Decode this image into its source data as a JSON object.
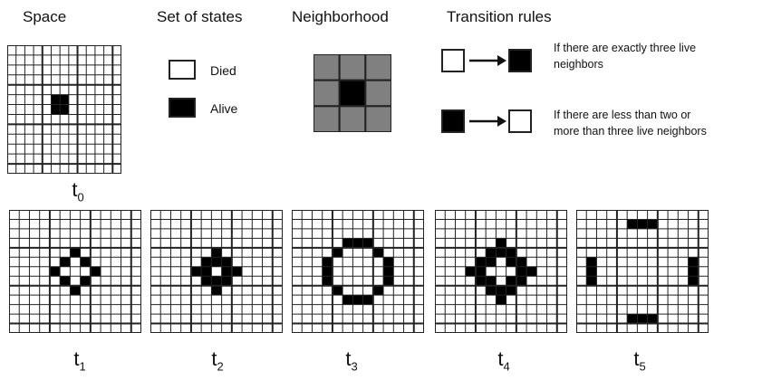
{
  "headers": {
    "space": "Space",
    "states": "Set of states",
    "neighborhood": "Neighborhood",
    "rules": "Transition rules"
  },
  "states": {
    "died": "Died",
    "alive": "Alive"
  },
  "rules": {
    "birth": [
      "If there are exactly three live",
      "neighbors"
    ],
    "death": [
      "If there are less than two or",
      "more than three live neighbors"
    ]
  },
  "colors": {
    "alive": "#000000",
    "died": "#ffffff",
    "neighbor_cell": "#808080",
    "grid_line": "#222222"
  },
  "time_labels": [
    {
      "base": "t",
      "sub": "0"
    },
    {
      "base": "t",
      "sub": "1"
    },
    {
      "base": "t",
      "sub": "2"
    },
    {
      "base": "t",
      "sub": "3"
    },
    {
      "base": "t",
      "sub": "4"
    },
    {
      "base": "t",
      "sub": "5"
    }
  ],
  "patterns": [
    {
      "name": "t0",
      "cells": [
        [
          5,
          5
        ],
        [
          5,
          6
        ],
        [
          6,
          5
        ],
        [
          6,
          6
        ]
      ]
    },
    {
      "name": "t1",
      "cells": [
        [
          4,
          6
        ],
        [
          5,
          5
        ],
        [
          5,
          7
        ],
        [
          6,
          4
        ],
        [
          6,
          8
        ],
        [
          7,
          5
        ],
        [
          7,
          7
        ],
        [
          8,
          6
        ]
      ]
    },
    {
      "name": "t2",
      "cells": [
        [
          4,
          6
        ],
        [
          5,
          5
        ],
        [
          5,
          6
        ],
        [
          5,
          7
        ],
        [
          6,
          4
        ],
        [
          6,
          5
        ],
        [
          6,
          7
        ],
        [
          6,
          8
        ],
        [
          7,
          5
        ],
        [
          7,
          6
        ],
        [
          7,
          7
        ],
        [
          8,
          6
        ]
      ]
    },
    {
      "name": "t3",
      "cells": [
        [
          3,
          5
        ],
        [
          3,
          6
        ],
        [
          3,
          7
        ],
        [
          4,
          4
        ],
        [
          4,
          8
        ],
        [
          5,
          3
        ],
        [
          5,
          9
        ],
        [
          6,
          3
        ],
        [
          6,
          9
        ],
        [
          7,
          3
        ],
        [
          7,
          9
        ],
        [
          8,
          4
        ],
        [
          8,
          8
        ],
        [
          9,
          5
        ],
        [
          9,
          6
        ],
        [
          9,
          7
        ]
      ]
    },
    {
      "name": "t4",
      "cells": [
        [
          3,
          6
        ],
        [
          4,
          5
        ],
        [
          4,
          6
        ],
        [
          4,
          7
        ],
        [
          5,
          4
        ],
        [
          5,
          5
        ],
        [
          5,
          7
        ],
        [
          5,
          8
        ],
        [
          6,
          3
        ],
        [
          6,
          4
        ],
        [
          6,
          8
        ],
        [
          6,
          9
        ],
        [
          7,
          4
        ],
        [
          7,
          5
        ],
        [
          7,
          7
        ],
        [
          7,
          8
        ],
        [
          8,
          5
        ],
        [
          8,
          6
        ],
        [
          8,
          7
        ],
        [
          9,
          6
        ]
      ]
    },
    {
      "name": "t5",
      "cells": [
        [
          1,
          5
        ],
        [
          1,
          6
        ],
        [
          1,
          7
        ],
        [
          5,
          1
        ],
        [
          5,
          11
        ],
        [
          6,
          1
        ],
        [
          6,
          11
        ],
        [
          7,
          1
        ],
        [
          7,
          11
        ],
        [
          11,
          5
        ],
        [
          11,
          6
        ],
        [
          11,
          7
        ]
      ]
    }
  ]
}
